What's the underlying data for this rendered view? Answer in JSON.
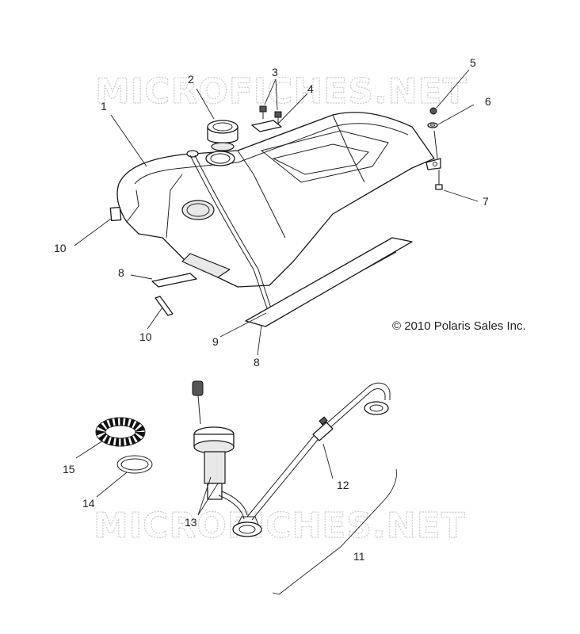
{
  "watermarks": [
    "MICROFICHES.NET",
    "MICROFICHES.NET"
  ],
  "copyright": "© 2010 Polaris Sales Inc.",
  "callouts": {
    "c1": "1",
    "c2": "2",
    "c3": "3",
    "c4": "4",
    "c5": "5",
    "c6": "6",
    "c7": "7",
    "c8a": "8",
    "c8b": "8",
    "c9": "9",
    "c10a": "10",
    "c10b": "10",
    "c11": "11",
    "c12": "12",
    "c13": "13",
    "c14": "14",
    "c15": "15"
  }
}
